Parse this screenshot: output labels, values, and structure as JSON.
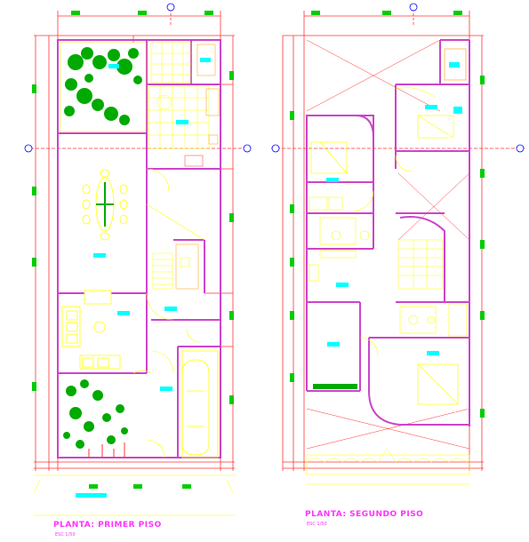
{
  "plans": [
    {
      "title": "PLANTA: PRIMER PISO",
      "scale": "ESC 1/50"
    },
    {
      "title": "PLANTA: SEGUNDO PISO",
      "scale": "ESC 1/50"
    }
  ],
  "colors": {
    "wall": "#cc44cc",
    "axis": "#ff3333",
    "dimension": "#ffff00",
    "furniture": "#ffff00",
    "label": "#00ffff",
    "vegetation": "#00aa00",
    "stair": "#ffff00",
    "marker": "#00ff00",
    "title": "#ff33ff"
  },
  "icons": [
    "north-arrow-icon",
    "tree-icon",
    "dining-table-icon",
    "bed-icon",
    "sofa-icon",
    "car-icon",
    "toilet-icon",
    "sink-icon",
    "stair-icon"
  ]
}
